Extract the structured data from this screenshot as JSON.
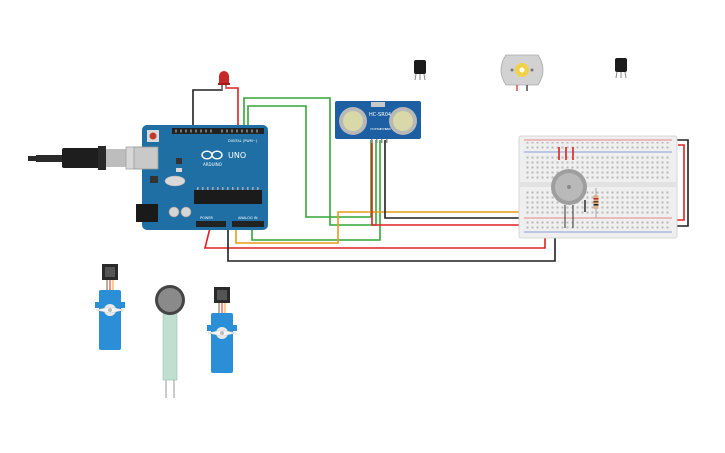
{
  "arduino": {
    "brand": "ARDUINO",
    "model": "UNO",
    "header_digital": "DIGITAL (PWM~)",
    "header_power": "POWER",
    "header_analog": "ANALOG IN"
  },
  "ultrasonic": {
    "label": "HC-SR04",
    "pins": [
      "VCC",
      "TRIG",
      "ECHO",
      "GND"
    ]
  },
  "colors": {
    "board": "#1f6fa5",
    "wire_red": "#e02020",
    "wire_black": "#202020",
    "wire_green": "#34a634",
    "wire_orange": "#e89a1a",
    "servo": "#2a8fd6",
    "breadboard": "#efefef"
  },
  "components": {
    "led": "red-led",
    "transistor_1": "transistor",
    "transistor_2": "transistor",
    "dc_motor": "dc-motor",
    "usb_cable": "usb-cable",
    "piezo": "piezo-buzzer",
    "force_sensor": "force-sensor",
    "servo_1": "servo-motor",
    "servo_2": "servo-motor"
  }
}
